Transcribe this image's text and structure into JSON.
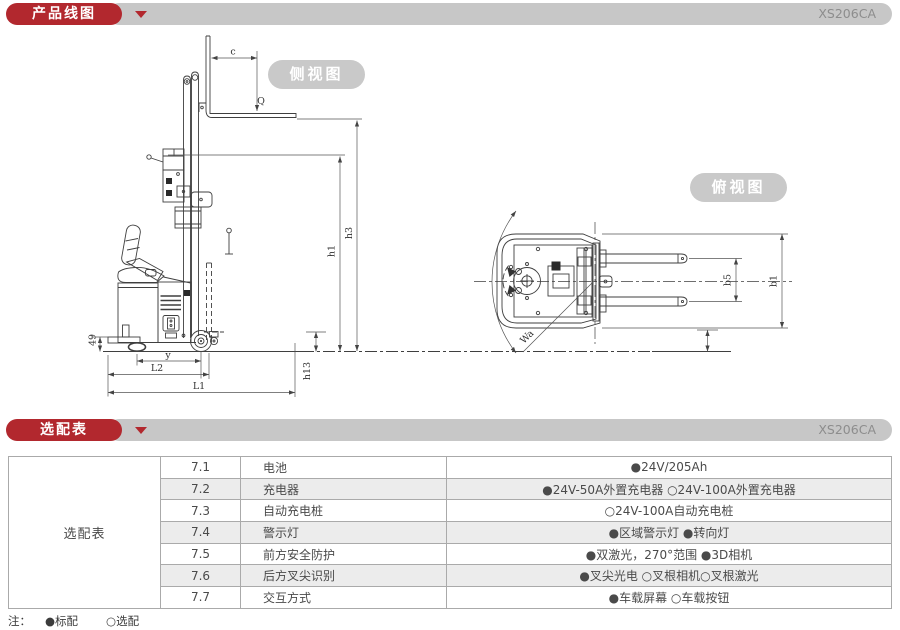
{
  "header1": {
    "title": "产品线图",
    "model": "XS206CA"
  },
  "header2": {
    "title": "选配表",
    "model": "XS206CA"
  },
  "drawings": {
    "side": {
      "label": "侧视图",
      "dims": {
        "c": "c",
        "q": "Q",
        "h3": "h3",
        "h1": "h1",
        "d49": "49",
        "y": "y",
        "l2": "L2",
        "l1": "L1",
        "h13": "h13"
      }
    },
    "top": {
      "label": "俯视图",
      "dims": {
        "b5": "b5",
        "b1": "b1",
        "wa": "Wa"
      }
    }
  },
  "options_table": {
    "row_header": "选配表",
    "rows": [
      {
        "no": "7.1",
        "name": "电池",
        "value": "●24V/205Ah"
      },
      {
        "no": "7.2",
        "name": "充电器",
        "value": "●24V-50A外置充电器 ○24V-100A外置充电器"
      },
      {
        "no": "7.3",
        "name": "自动充电桩",
        "value": "○24V-100A自动充电桩"
      },
      {
        "no": "7.4",
        "name": "警示灯",
        "value": "●区域警示灯 ●转向灯"
      },
      {
        "no": "7.5",
        "name": "前方安全防护",
        "value": "●双激光，270°范围 ●3D相机"
      },
      {
        "no": "7.6",
        "name": "后方叉尖识别",
        "value": "●叉尖光电 ○叉根相机○叉根激光"
      },
      {
        "no": "7.7",
        "name": "交互方式",
        "value": "●车载屏幕 ○车载按钮"
      }
    ]
  },
  "footnote": {
    "prefix": "注：",
    "standard": "●标配",
    "optional": "○选配"
  },
  "colors": {
    "accent_red": "#b2282e",
    "bar_gray": "#c7c7c7",
    "pill_gray": "#c9c9c9",
    "row_alt": "#ececec",
    "table_border": "#aaaaaa"
  }
}
